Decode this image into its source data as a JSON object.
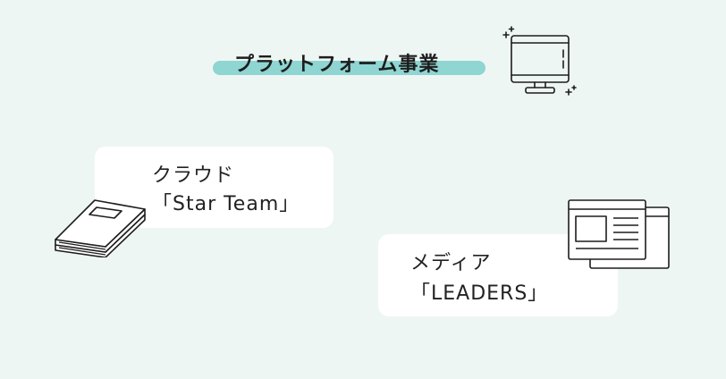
{
  "header": {
    "title": "プラットフォーム事業",
    "accent_color": "#8fd5d2",
    "icon": "monitor-icon"
  },
  "cards": [
    {
      "line1": "クラウド",
      "line2": "「Star Team」",
      "icon": "book-stack-icon"
    },
    {
      "line1": "メディア",
      "line2": "「LEADERS」",
      "icon": "browser-window-icon"
    }
  ],
  "colors": {
    "background": "#eef6f4",
    "card": "#ffffff",
    "stroke": "#1d1d1d"
  }
}
